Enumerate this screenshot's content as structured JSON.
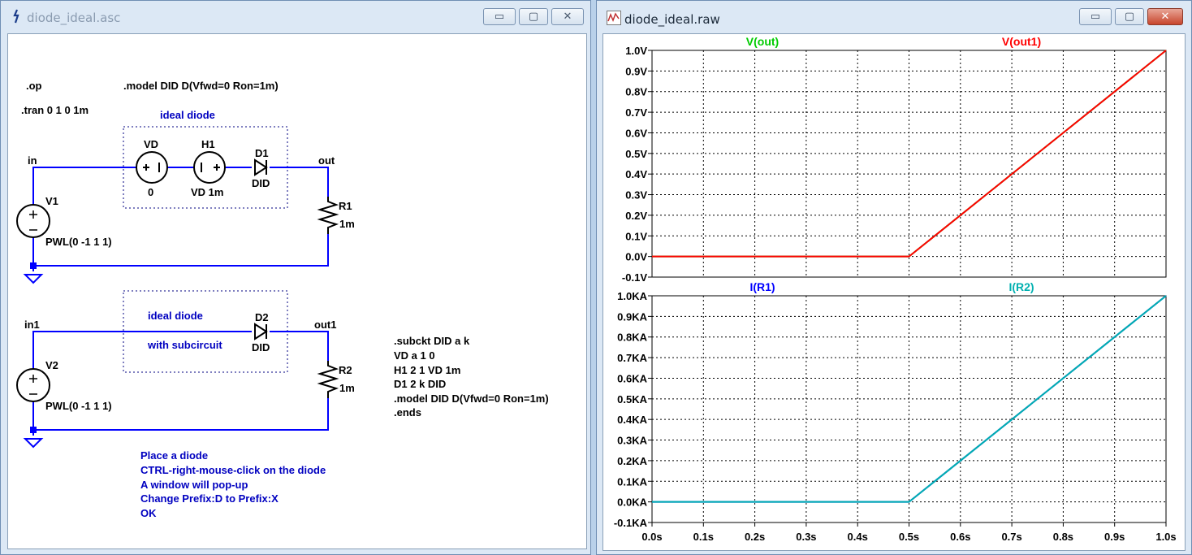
{
  "schematic_window": {
    "title": "diode_ideal.asc",
    "buttons": {
      "minimize": "▭",
      "maximize": "▢",
      "close": "✕"
    },
    "directives": {
      "op": ".op",
      "tran": ".tran 0 1 0 1m",
      "model": ".model DID D(Vfwd=0 Ron=1m)"
    },
    "circuit1": {
      "box_label": "ideal diode",
      "node_in": "in",
      "node_out": "out",
      "vd_name": "VD",
      "vd_value": "0",
      "h1_name": "H1",
      "h1_value": "VD 1m",
      "d1_name": "D1",
      "d1_model": "DID",
      "r1_name": "R1",
      "r1_value": "1m",
      "v1_name": "V1",
      "v1_value": "PWL(0 -1 1 1)"
    },
    "circuit2": {
      "box_label1": "ideal diode",
      "box_label2": "with subcircuit",
      "node_in": "in1",
      "node_out": "out1",
      "d2_name": "D2",
      "d2_model": "DID",
      "r2_name": "R2",
      "r2_value": "1m",
      "v2_name": "V2",
      "v2_value": "PWL(0 -1 1 1)"
    },
    "subckt_lines": [
      ".subckt DID a k",
      "VD a 1 0",
      "H1 2 1 VD 1m",
      "D1 2 k DID",
      ".model DID D(Vfwd=0 Ron=1m)",
      ".ends"
    ],
    "instructions": [
      "Place a diode",
      "CTRL-right-mouse-click on the diode",
      "A window will pop-up",
      "Change Prefix:D to Prefix:X",
      "OK"
    ],
    "colors": {
      "wire": "#0000ff",
      "component": "#000000",
      "comment": "#0000c0"
    }
  },
  "waveform_window": {
    "title": "diode_ideal.raw",
    "buttons": {
      "minimize": "▭",
      "maximize": "▢",
      "close": "✕"
    }
  },
  "chart_data": [
    {
      "type": "line",
      "x": [
        0.0,
        0.5,
        1.0
      ],
      "series": [
        {
          "name": "V(out)",
          "color": "#00cc00",
          "values": [
            0.0,
            0.0,
            1.0
          ]
        },
        {
          "name": "V(out1)",
          "color": "#ff0000",
          "values": [
            0.0,
            0.0,
            1.0
          ]
        }
      ],
      "xlim": [
        0.0,
        1.0
      ],
      "ylim": [
        -0.1,
        1.0
      ],
      "yticks": [
        "1.0V",
        "0.9V",
        "0.8V",
        "0.7V",
        "0.6V",
        "0.5V",
        "0.4V",
        "0.3V",
        "0.2V",
        "0.1V",
        "0.0V",
        "-0.1V"
      ],
      "grid": true
    },
    {
      "type": "line",
      "x": [
        0.0,
        0.5,
        1.0
      ],
      "series": [
        {
          "name": "I(R1)",
          "color": "#0000ff",
          "values": [
            0.0,
            0.0,
            1.0
          ]
        },
        {
          "name": "I(R2)",
          "color": "#00b0b0",
          "values": [
            0.0,
            0.0,
            1.0
          ]
        }
      ],
      "xlim": [
        0.0,
        1.0
      ],
      "ylim": [
        -0.1,
        1.0
      ],
      "yticks": [
        "1.0KA",
        "0.9KA",
        "0.8KA",
        "0.7KA",
        "0.6KA",
        "0.5KA",
        "0.4KA",
        "0.3KA",
        "0.2KA",
        "0.1KA",
        "0.0KA",
        "-0.1KA"
      ],
      "xticks": [
        "0.0s",
        "0.1s",
        "0.2s",
        "0.3s",
        "0.4s",
        "0.5s",
        "0.6s",
        "0.7s",
        "0.8s",
        "0.9s",
        "1.0s"
      ],
      "grid": true
    }
  ]
}
